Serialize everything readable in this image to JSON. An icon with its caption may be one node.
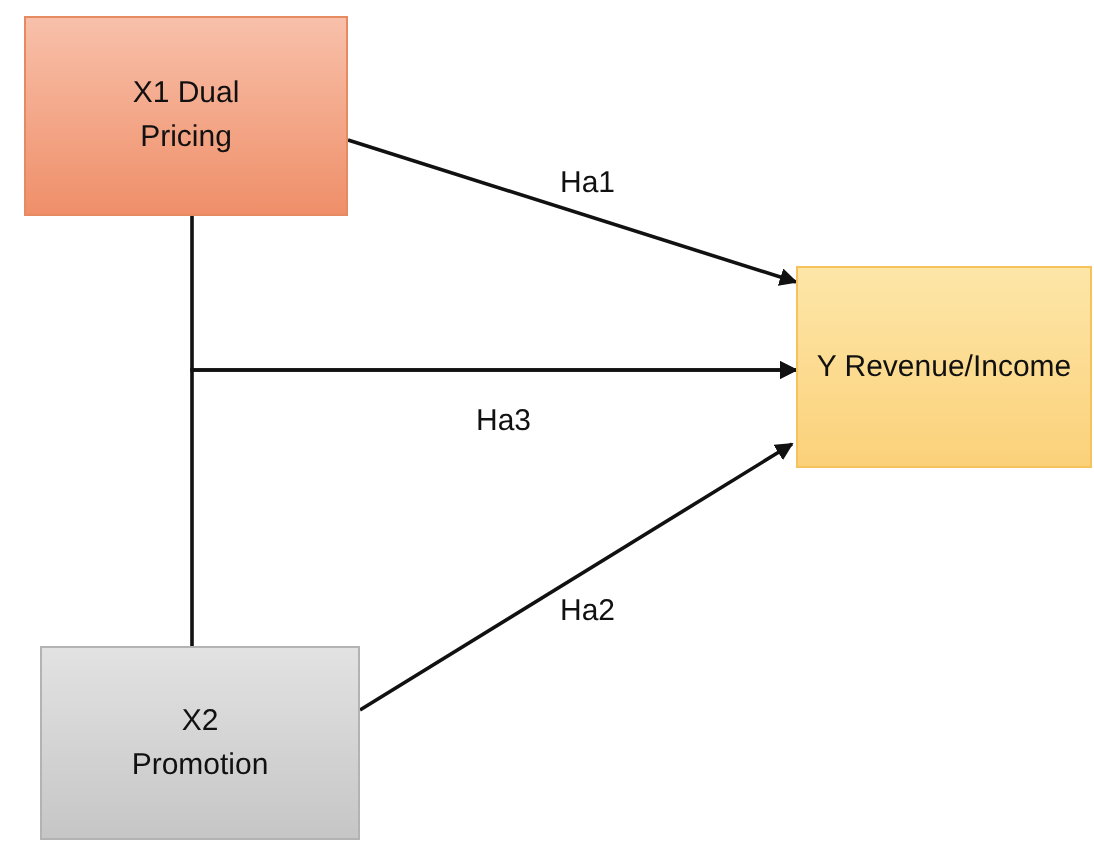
{
  "diagram": {
    "nodes": [
      {
        "text": [
          "X1 Dual Pricing"
        ]
      },
      {
        "text": [
          "Y Revenue/Income"
        ]
      },
      {
        "text": [
          "X2 Promotion"
        ]
      }
    ],
    "edges": [
      {
        "from": 0,
        "to": 1,
        "arrow": "to",
        "label": "Ha1"
      },
      {
        "from": 0,
        "to": 1,
        "arrow": "to",
        "label": "Ha3"
      },
      {
        "from": 2,
        "to": 1,
        "arrow": "to"
      },
      {
        "from": 2,
        "to": 1,
        "arrow": "to",
        "label": "Ha2"
      }
    ]
  }
}
